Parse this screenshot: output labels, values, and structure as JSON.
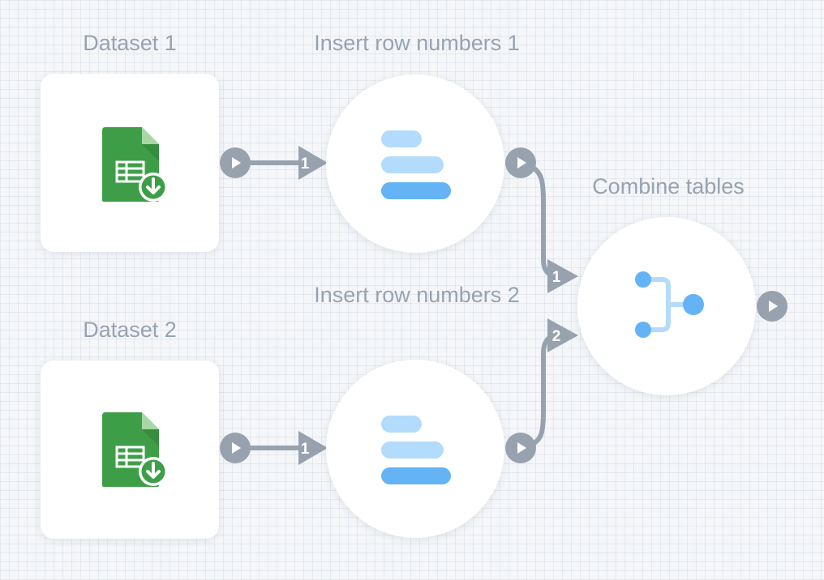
{
  "nodes": {
    "dataset1": {
      "label": "Dataset 1",
      "icon": "spreadsheet-download-icon"
    },
    "dataset2": {
      "label": "Dataset 2",
      "icon": "spreadsheet-download-icon"
    },
    "insert1": {
      "label": "Insert row numbers 1",
      "icon": "row-numbers-icon"
    },
    "insert2": {
      "label": "Insert row numbers 2",
      "icon": "row-numbers-icon"
    },
    "combine": {
      "label": "Combine tables",
      "icon": "combine-icon"
    }
  },
  "ports": {
    "insert1_in": "1",
    "insert2_in": "1",
    "combine_in_1": "1",
    "combine_in_2": "2"
  },
  "colors": {
    "edge": "#98a2af",
    "sheet_green": "#3e9e48",
    "accent_blue": "#63b3f5",
    "light_blue": "#b3dbfb"
  }
}
